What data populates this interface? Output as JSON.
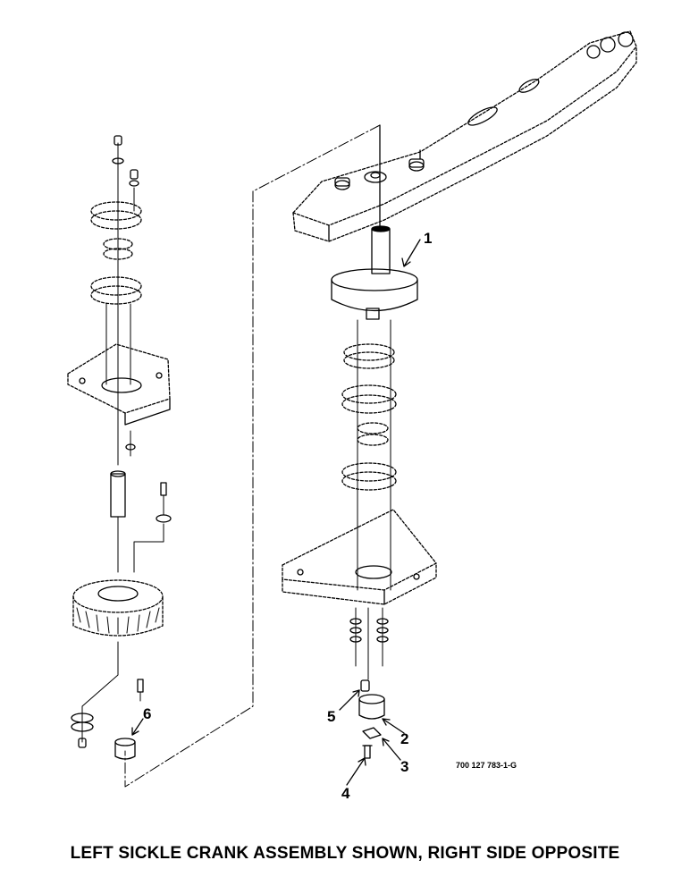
{
  "callouts": {
    "item_1": "1",
    "item_2": "2",
    "item_3": "3",
    "item_4": "4",
    "item_5": "5",
    "item_6": "6"
  },
  "part_number": "700 127 783-1-G",
  "caption": "LEFT SICKLE CRANK ASSEMBLY SHOWN, RIGHT SIDE OPPOSITE"
}
